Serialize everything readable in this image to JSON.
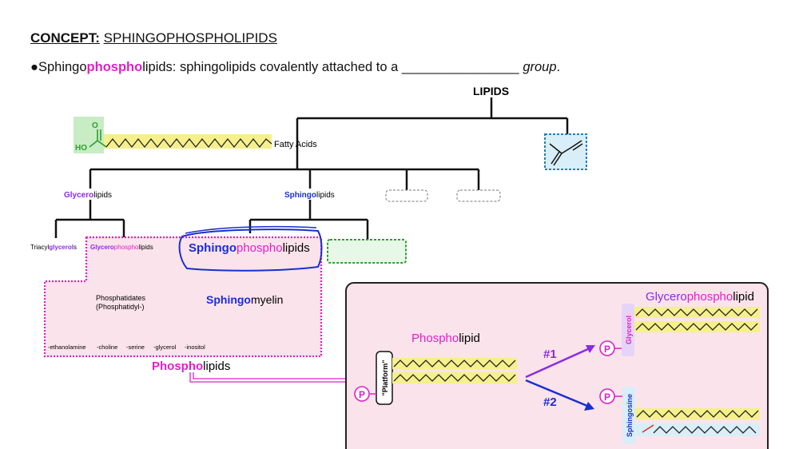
{
  "header": {
    "concept_label": "CONCEPT:",
    "concept_title": "SPHINGOPHOSPHOLIPIDS"
  },
  "definition": {
    "bullet": "●",
    "prefix": "Sphingo",
    "highlight": "phospho",
    "middle": "lipids: sphingolipids covalently attached to a ",
    "blank": "________________",
    "italic": "group",
    "end": "."
  },
  "tree": {
    "root": "LIPIDS",
    "fatty_acids": "Fatty Acids",
    "fa_ho": "HO",
    "fa_o": "O",
    "glycerolipids": {
      "prefix": "Glycero",
      "suffix": "lipids"
    },
    "sphingolipids": {
      "prefix": "Sphingo",
      "suffix": "lipids"
    },
    "triacylglycerols": {
      "a": "Triacyl",
      "b": "glycerol",
      "c": "s"
    },
    "glycerophospholipids_small": {
      "a": "Glycero",
      "b": "phospho",
      "c": "lipids"
    },
    "sphingophospholipids": {
      "a": "Sphingo",
      "b": "phospho",
      "c": "lipids"
    },
    "phosphatidates": "Phosphatidates",
    "phosphatidyl": "(Phosphatidyl-)",
    "head_groups": [
      "-ethanolamine",
      "-choline",
      "-serine",
      "-glycerol",
      "-inositol"
    ],
    "sphingomyelin": {
      "a": "Sphingo",
      "b": "myelin"
    },
    "phospholipids": {
      "a": "Phospho",
      "b": "lipids"
    }
  },
  "panel": {
    "phospholipid": {
      "a": "Phospho",
      "b": "lipid"
    },
    "glycerophospholipid": {
      "a": "Glycero",
      "b": "phospho",
      "c": "lipid"
    },
    "platform": "\"Platform\"",
    "p": "P",
    "arrow1": "#1",
    "arrow2": "#2",
    "glycerol": "Glycerol",
    "sphingosine": "Sphingosine"
  },
  "colors": {
    "magenta": "#e020c8",
    "blue": "#1a2ed0",
    "purple": "#8a2be2",
    "pink_bg": "#fbe3ec",
    "yellow": "#f5f08a",
    "green": "#2e9e2e",
    "light_blue": "#d8eef8"
  }
}
